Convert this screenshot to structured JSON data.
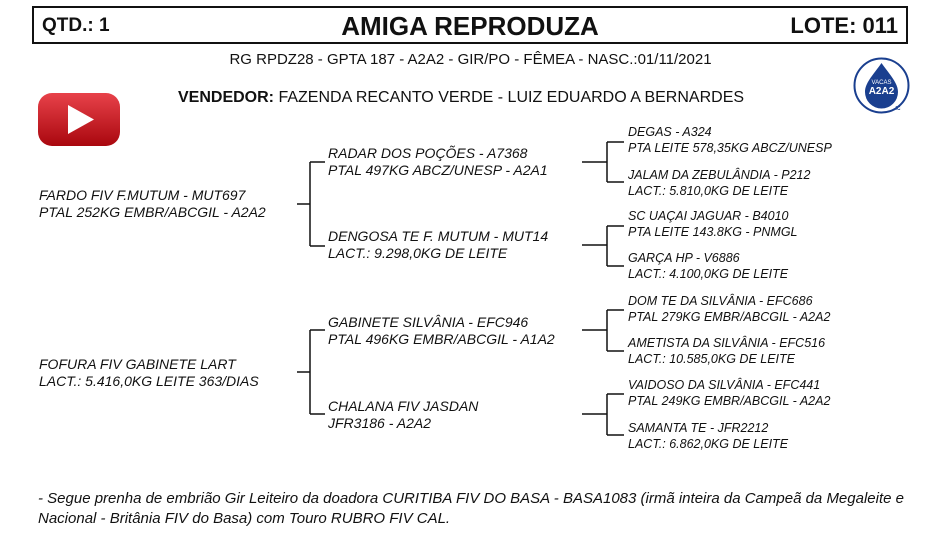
{
  "header": {
    "qtd": "QTD.: 1",
    "title": "AMIGA REPRODUZA",
    "lote": "LOTE: 011"
  },
  "subtitle": "RG RPDZ28 - GPTA 187 - A2A2 - GIR/PO - FÊMEA - NASC.:01/11/2021",
  "seller": {
    "label": "VENDEDOR:",
    "value": " FAZENDA RECANTO VERDE - LUIZ EDUARDO A BERNARDES"
  },
  "badge": {
    "line1": "VACAS",
    "line2": "A2A2",
    "line3": "IC",
    "color": "#1a3f8f"
  },
  "video_icon": {
    "name": "youtube-play-icon",
    "color": "#c8161d"
  },
  "pedigree": {
    "sire": {
      "name": "FARDO FIV F.MUTUM - MUT697",
      "info": "PTAL 252KG EMBR/ABCGIL - A2A2"
    },
    "dam": {
      "name": "FOFURA FIV GABINETE LART",
      "info": "LACT.: 5.416,0KG LEITE 363/DIAS"
    },
    "sire_sire": {
      "name": "RADAR DOS POÇÕES - A7368",
      "info": "PTAL 497KG ABCZ/UNESP - A2A1"
    },
    "sire_dam": {
      "name": "DENGOSA TE F. MUTUM - MUT14",
      "info": "LACT.: 9.298,0KG DE LEITE"
    },
    "dam_sire": {
      "name": "GABINETE SILVÂNIA - EFC946",
      "info": "PTAL 496KG EMBR/ABCGIL - A1A2"
    },
    "dam_dam": {
      "name": "CHALANA FIV JASDAN",
      "info": "JFR3186 - A2A2"
    },
    "g3": [
      {
        "name": "DEGAS - A324",
        "info": "PTA LEITE 578,35KG ABCZ/UNESP"
      },
      {
        "name": "JALAM DA ZEBULÂNDIA - P212",
        "info": "LACT.: 5.810,0KG DE LEITE"
      },
      {
        "name": "SC UAÇAI JAGUAR - B4010",
        "info": "PTA LEITE 143.8KG - PNMGL"
      },
      {
        "name": "GARÇA HP - V6886",
        "info": "LACT.: 4.100,0KG DE LEITE"
      },
      {
        "name": "DOM TE DA SILVÂNIA - EFC686",
        "info": "PTAL 279KG EMBR/ABCGIL - A2A2"
      },
      {
        "name": "AMETISTA DA SILVÂNIA - EFC516",
        "info": "LACT.: 10.585,0KG DE LEITE"
      },
      {
        "name": "VAIDOSO DA SILVÂNIA - EFC441",
        "info": "PTAL 249KG EMBR/ABCGIL - A2A2"
      },
      {
        "name": "SAMANTA TE - JFR2212",
        "info": "LACT.: 6.862,0KG DE LEITE"
      }
    ]
  },
  "note": "- Segue prenha de embrião Gir Leiteiro da doadora CURITIBA FIV DO BASA - BASA1083 (irmã inteira da Campeã da Megaleite e Nacional - Britânia FIV do Basa) com Touro RUBRO FIV CAL."
}
